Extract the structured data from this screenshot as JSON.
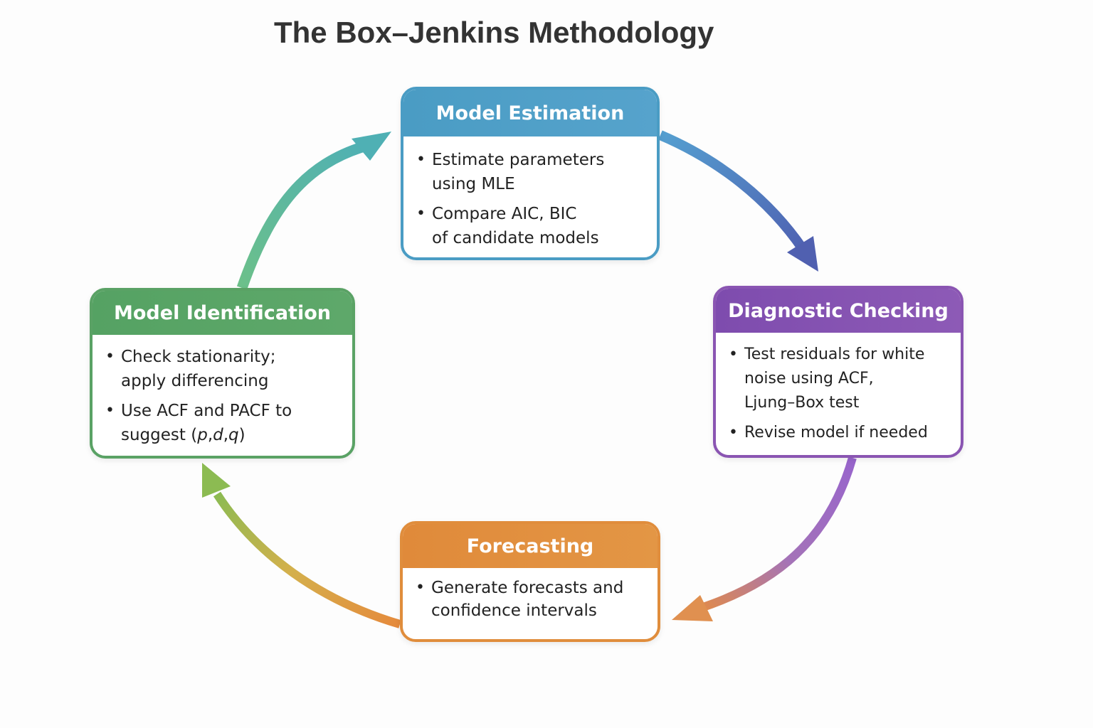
{
  "title": "The Box–Jenkins Methodology",
  "colors": {
    "estimation": "#4a9cc4",
    "diagnostic": "#8a55b2",
    "identification": "#5aa265",
    "forecasting": "#e08d3c"
  },
  "stages": {
    "estimation": {
      "heading": "Model Estimation",
      "bullets": [
        "Estimate parameters using MLE",
        "Compare AIC, BIC of candidate models"
      ],
      "lines": [
        [
          "Estimate parameters",
          "using MLE"
        ],
        [
          "Compare AIC, BIC",
          "of candidate models"
        ]
      ]
    },
    "diagnostic": {
      "heading": "Diagnostic Checking",
      "bullets": [
        "Test residuals for white noise using ACF, Ljung–Box test",
        "Revise model if needed"
      ],
      "lines": [
        [
          "Test residuals for white",
          "noise using ACF,",
          "Ljung–Box test"
        ],
        [
          "Revise model if needed"
        ]
      ]
    },
    "identification": {
      "heading": "Model Identification",
      "bullets": [
        "Check stationarity; apply differencing",
        "Use ACF and PACF to suggest (p,d,q)"
      ],
      "lines": [
        [
          "Check stationarity;",
          "apply differencing"
        ],
        [
          "Use ACF and PACF to",
          "suggest ("
        ]
      ],
      "params": [
        "p",
        "d",
        "q"
      ],
      "params_close": ")"
    },
    "forecasting": {
      "heading": "Forecasting",
      "bullets": [
        "Generate forecasts and confidence intervals"
      ],
      "lines": [
        [
          "Generate forecasts and",
          "confidence intervals"
        ]
      ]
    }
  },
  "flow": [
    {
      "from": "Model Identification",
      "to": "Model Estimation"
    },
    {
      "from": "Model Estimation",
      "to": "Diagnostic Checking"
    },
    {
      "from": "Diagnostic Checking",
      "to": "Forecasting"
    },
    {
      "from": "Forecasting",
      "to": "Model Identification"
    }
  ],
  "bullet_glyph": "•"
}
